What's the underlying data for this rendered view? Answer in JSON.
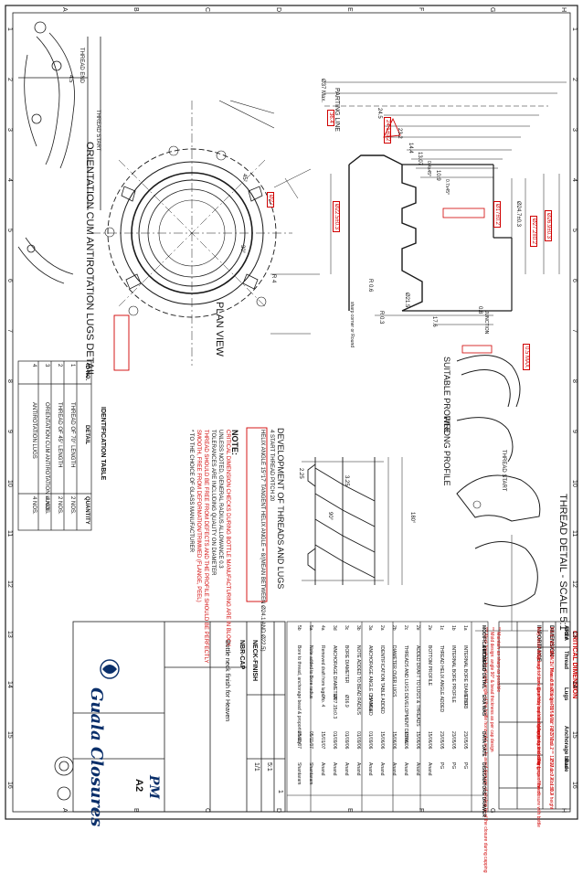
{
  "title_block": {
    "company": "Guala Closures",
    "sheet_size": "A2",
    "sheet": "1/1",
    "scale": "5:1",
    "drawing_number": "1",
    "signature": "PM",
    "part_name": "NBR-CAP",
    "finish": "NECK-FINISH",
    "description": "Bottle neck finish for Heaven"
  },
  "notes": {
    "heading": "NOTE:",
    "line1": "CRITICAL DIMENSION CHECKS DURING BOTTLE MANUFACTURING ARE IN BLOCK",
    "line2": "UNLESS NOTED, GENERAL RADIUS ALLOWANCE 0.3",
    "line3": "TOLERANCES ARE INCLUDING QUALITY ON DIAMETER",
    "line4": "THREAD SHOULD BE FREE FROM DEFECTS AND THE PROFILE SHOULD BE PERFECTLY",
    "line5": "SMOOTH, FREE FROM DEFORMATION/TRIMMED (FLANGE, PEEL)",
    "line6": "* TO THE CHOICE OF GLASS MANUFACTURER"
  },
  "thread_development": {
    "title": "DEVELOPMENT OF THREADS AND LUGS",
    "line1": "4 START THREAD PITCH 20",
    "line2": "HELIX ANGLE 15°17'  TANGENT HELIX ANGLE = 8/(MEAN BETWEEN Ø24.1 AND Ø22.5)"
  },
  "identification": {
    "title": "IDENTIFICATION TABLE",
    "headers": [
      "ID NO.",
      "DETAIL",
      "QUANTITY"
    ],
    "rows": [
      [
        "1",
        "THREAD OF 70° LENGTH",
        "2 NOS."
      ],
      [
        "2",
        "THREAD OF 45° LENGTH",
        "2 NOS."
      ],
      [
        "3",
        "ORIENTATION CUM ANTIROTATION LUGS",
        "4 NOS."
      ],
      [
        "4",
        "ANTIROTATION LUGS",
        "4 NOS."
      ]
    ]
  },
  "critical_dimension": {
    "title": "CRITICAL DIMENSION",
    "headers": [
      "AREA",
      "DIMENSION",
      "IMPORTANCE"
    ],
    "rows": [
      [
        "Bore",
        "R0.6 / Ø17±0.2 / 3 / Max. 0.5",
        "May result in damage of cork tip which leads to leakage"
      ],
      [
        "Thread",
        "Ø24.1 / Thread start angle 30° & 70°",
        "May lead to damage of the cap during opening and closing"
      ],
      [
        "Lugs",
        "Ø26.9 / R0.6 Max. / Ø27.2±0.2",
        "Cap may not rotate easily on the bottle"
      ],
      [
        "Anchorage bead",
        "R0.3 Max. / ** 12° Max. / 29.1±0.2",
        "May reduce locking force of the closure with bottle"
      ],
      [
        "Base",
        "Ø27.1±0.4 or 30.4 height",
        "For proper fitment"
      ]
    ],
    "footnote1": "** Maintain as sharp as possible",
    "footnote2": "** Mold design: angle 90° & bead thickness as per cap design",
    "footnote3": "*** Neck finish to be at right angle of the bottle horizontal axis to avoid damage of sealing lip of the closure during capping"
  },
  "revisions": {
    "headers": [
      "MODIFICA MODIFIED",
      "DETTAGLIO DETAIL",
      "ERA WAS",
      "DATA DATE",
      "DISEGNATORE DRAWER"
    ],
    "rows": [
      [
        "5b",
        "Bore to thread, anchorage bead & proportionality",
        "",
        "25/11/07",
        "Shantaram"
      ],
      [
        "5a",
        "Note added to Bore radius",
        "",
        "05/11/07",
        "Shantaram"
      ],
      [
        "4a",
        "Removed draft from lugs no. 4",
        "0°",
        "15/01/07",
        "Anand"
      ],
      [
        "3d",
        "ANCHORAGE DIAMETER",
        "Ø27.15±0.3",
        "01/09/06",
        "Anand"
      ],
      [
        "3c",
        "BORE DIAMETER",
        "Ø16.9",
        "01/09/06",
        "Anand"
      ],
      [
        "3b",
        "NOTE ADDED TO BEAD RADIUS",
        "",
        "01/09/06",
        "Anand"
      ],
      [
        "3a",
        "ANCHORAGE ANGLE CHANGED",
        "15° Max",
        "01/09/06",
        "Anand"
      ],
      [
        "2a",
        "IDENTIFICATION TABLE ADDED",
        "",
        "15/06/06",
        "Anand"
      ],
      [
        "2b",
        "DIAMETER OVER LUGS",
        "",
        "15/06/06",
        "Anand"
      ],
      [
        "2c",
        "THREADS AND LUGS DEVELOPMENT DETAIL",
        "",
        "15/06/06",
        "Anand"
      ],
      [
        "2e",
        "ADDED DRAFT TO LUGS & THREADS",
        "",
        "15/06/06",
        "Anand"
      ],
      [
        "2e",
        "BOTTOM PROFILE",
        "",
        "15/06/06",
        "Anand"
      ],
      [
        "1c",
        "THREAD HELIX ANGLE ADDED",
        "",
        "23/05/05",
        "PG"
      ],
      [
        "1b",
        "INTERNAL BORE PROFILE",
        "",
        "23/05/05",
        "PG"
      ],
      [
        "1a",
        "INTERNAL BORE DIAMETER",
        "17±0.3",
        "23/05/05",
        "PG"
      ]
    ]
  },
  "views": {
    "plan_view": "PLAN VIEW",
    "orientation_detail": "ORIENTATION CUM ANTIROTATION LUGS DETAIL",
    "thread_detail": "THREAD DETAIL - SCALE 5:1",
    "suitable_profile": "SUITABLE PROFILE",
    "wrong_profile": "WRONG PROFILE",
    "parting_line": "PARTING LINE",
    "thread_start": "THREAD START",
    "thread_end": "THREAD END",
    "junction": "JUNCTION",
    "sharp_corner": "sharp corner or Round"
  },
  "dims": {
    "d1": "Ø37 Max.",
    "d2": "36.4",
    "d3": "24.5",
    "d4": "24.1±0.2",
    "d5": "23.2",
    "d6": "14.4",
    "d7": "13.07",
    "d8": "0.4x45°",
    "d9": "10.9",
    "d10": "0.7x45°",
    "d11": "Ø24.7±0.3",
    "d12": "Ø26.9±0.3",
    "d13": "Ø27.2±0.2",
    "d14": "Ø22.5±0.3",
    "d15": "Ø17±0.2",
    "d16": "17.6",
    "d17": "0.8",
    "d18": "R 0.6",
    "d19": "R 0.3",
    "d20": "Ø21.5",
    "d21": "0.5 MAX",
    "d22": "45°",
    "d23": "R 4",
    "d24": "30°",
    "d25": "2.25",
    "d26": "3.25",
    "d27": "Ø27",
    "d28": "4.5",
    "d29": "180°",
    "d30": "90°"
  },
  "grid": {
    "top": [
      "H",
      "G",
      "F",
      "E",
      "D",
      "C",
      "B",
      "A"
    ],
    "side": [
      "1",
      "2",
      "3",
      "4",
      "5",
      "6",
      "7",
      "8",
      "9",
      "10",
      "11",
      "12",
      "13",
      "14",
      "15",
      "16"
    ]
  },
  "colors": {
    "line": "#1a1a1a",
    "critical": "#d00000",
    "stamp": "#0a2f6a"
  }
}
